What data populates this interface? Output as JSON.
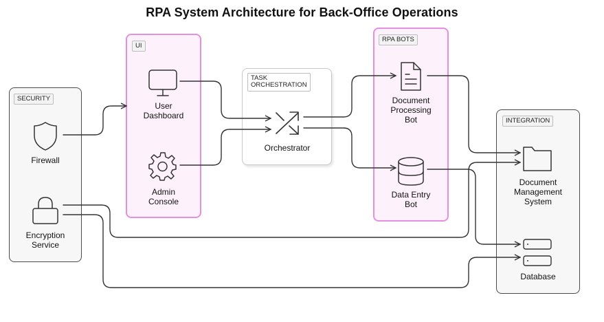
{
  "title": "RPA System Architecture for Back-Office Operations",
  "groups": {
    "ui": "UI",
    "task_orchestration": "TASK\nORCHESTRATION",
    "rpa_bots": "RPA BOTS",
    "security": "SECURITY",
    "integration": "INTEGRATION"
  },
  "nodes": {
    "user_dashboard": "User\nDashboard",
    "admin_console": "Admin\nConsole",
    "orchestrator": "Orchestrator",
    "document_processing_bot": "Document\nProcessing\nBot",
    "data_entry_bot": "Data Entry\nBot",
    "firewall": "Firewall",
    "encryption_service": "Encryption\nService",
    "document_management_system": "Document\nManagement\nSystem",
    "database": "Database"
  },
  "icons": {
    "user_dashboard": "monitor-icon",
    "admin_console": "gear-icon",
    "orchestrator": "shuffle-icon",
    "document_processing_bot": "document-icon",
    "data_entry_bot": "database-icon",
    "firewall": "shield-icon",
    "encryption_service": "lock-icon",
    "document_management_system": "folder-icon",
    "database": "server-rack-icon"
  },
  "colors": {
    "pink_border": "#e48fe0",
    "pink_fill": "#fdf2fb",
    "grey_border": "#4a4a4a",
    "line": "#333333"
  }
}
